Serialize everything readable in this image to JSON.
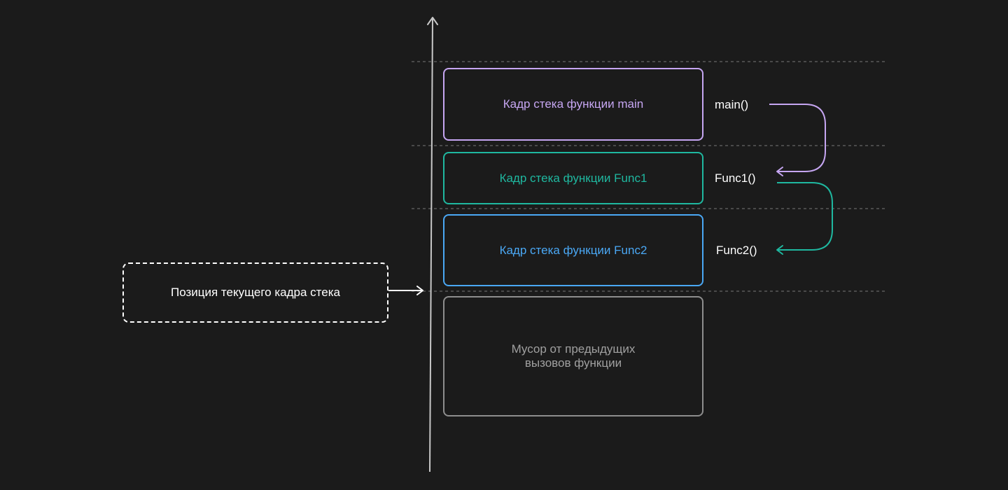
{
  "diagram": {
    "frames": [
      {
        "id": "main",
        "label": "Кадр стека функции main"
      },
      {
        "id": "func1",
        "label": "Кадр стека функции Func1"
      },
      {
        "id": "func2",
        "label": "Кадр стека функции Func2"
      },
      {
        "id": "garbage",
        "label_line1": "Мусор от предыдущих",
        "label_line2": "вызовов функции"
      }
    ],
    "function_labels": [
      "main()",
      "Func1()",
      "Func2()"
    ],
    "current_position_label": "Позиция текущего кадра стека",
    "colors": {
      "background": "#1b1b1b",
      "main": "#c6a6f2",
      "func1": "#1fb8a0",
      "func2": "#4aa8f5",
      "garbage": "#8e8e8e",
      "axis": "#c8c8c8",
      "separator": "#7a7a7a"
    }
  }
}
